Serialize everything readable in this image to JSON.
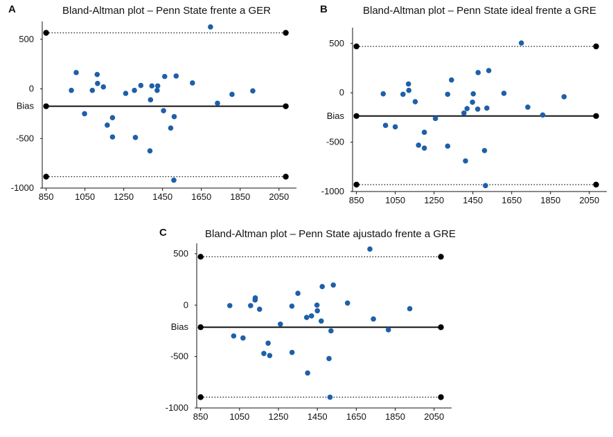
{
  "chart_data": [
    {
      "type": "scatter",
      "panel_label": "A",
      "title": "Bland-Altman plot – Penn State frente a GER",
      "xlabel": "",
      "ylabel": "",
      "xlim": [
        830,
        2140
      ],
      "ylim": [
        -1000,
        680
      ],
      "x_ticks": [
        850,
        1050,
        1250,
        1450,
        1650,
        1850,
        2050
      ],
      "y_ticks": [
        500,
        0,
        -500,
        -1000
      ],
      "bias_label": "Bias",
      "bias": -175,
      "loa_upper": 565,
      "loa_lower": -885,
      "line_x_range": [
        850,
        2085
      ],
      "points": [
        [
          980,
          -15
        ],
        [
          1005,
          165
        ],
        [
          1048,
          -250
        ],
        [
          1088,
          -15
        ],
        [
          1113,
          145
        ],
        [
          1115,
          55
        ],
        [
          1145,
          20
        ],
        [
          1165,
          -365
        ],
        [
          1192,
          -485
        ],
        [
          1192,
          -290
        ],
        [
          1260,
          -45
        ],
        [
          1305,
          -15
        ],
        [
          1310,
          -490
        ],
        [
          1338,
          35
        ],
        [
          1385,
          -625
        ],
        [
          1388,
          -110
        ],
        [
          1395,
          30
        ],
        [
          1422,
          -15
        ],
        [
          1425,
          30
        ],
        [
          1455,
          -220
        ],
        [
          1461,
          125
        ],
        [
          1492,
          -395
        ],
        [
          1508,
          -920
        ],
        [
          1510,
          -280
        ],
        [
          1520,
          130
        ],
        [
          1604,
          60
        ],
        [
          1697,
          625
        ],
        [
          1733,
          -145
        ],
        [
          1808,
          -55
        ],
        [
          1915,
          -20
        ]
      ]
    },
    {
      "type": "scatter",
      "panel_label": "B",
      "title": "Bland-Altman plot – Penn State ideal frente a GRE",
      "xlabel": "",
      "ylabel": "",
      "xlim": [
        830,
        2140
      ],
      "ylim": [
        -1000,
        660
      ],
      "x_ticks": [
        850,
        1050,
        1250,
        1450,
        1650,
        1850,
        2050
      ],
      "y_ticks": [
        500,
        0,
        -500,
        -1000
      ],
      "bias_label": "Bias",
      "bias": -235,
      "loa_upper": 470,
      "loa_lower": -930,
      "line_x_range": [
        850,
        2085
      ],
      "points": [
        [
          988,
          -10
        ],
        [
          1000,
          -330
        ],
        [
          1050,
          -345
        ],
        [
          1090,
          -15
        ],
        [
          1118,
          90
        ],
        [
          1120,
          25
        ],
        [
          1153,
          -90
        ],
        [
          1170,
          -530
        ],
        [
          1200,
          -560
        ],
        [
          1200,
          -400
        ],
        [
          1257,
          -260
        ],
        [
          1320,
          -15
        ],
        [
          1320,
          -540
        ],
        [
          1340,
          130
        ],
        [
          1404,
          -205
        ],
        [
          1412,
          -690
        ],
        [
          1420,
          -160
        ],
        [
          1448,
          -95
        ],
        [
          1452,
          -10
        ],
        [
          1475,
          -165
        ],
        [
          1477,
          205
        ],
        [
          1510,
          -585
        ],
        [
          1515,
          -940
        ],
        [
          1522,
          -155
        ],
        [
          1532,
          225
        ],
        [
          1610,
          -5
        ],
        [
          1700,
          505
        ],
        [
          1733,
          -145
        ],
        [
          1810,
          -225
        ],
        [
          1920,
          -40
        ]
      ]
    },
    {
      "type": "scatter",
      "panel_label": "C",
      "title": "Bland-Altman plot – Penn State ajustado frente a GRE",
      "xlabel": "",
      "ylabel": "",
      "xlim": [
        830,
        2140
      ],
      "ylim": [
        -1000,
        600
      ],
      "x_ticks": [
        850,
        1050,
        1250,
        1450,
        1650,
        1850,
        2050
      ],
      "y_ticks": [
        500,
        0,
        -500,
        -1000
      ],
      "bias_label": "Bias",
      "bias": -215,
      "loa_upper": 470,
      "loa_lower": -895,
      "line_x_range": [
        850,
        2085
      ],
      "points": [
        [
          1000,
          -5
        ],
        [
          1020,
          -300
        ],
        [
          1068,
          -320
        ],
        [
          1107,
          -5
        ],
        [
          1130,
          50
        ],
        [
          1131,
          70
        ],
        [
          1153,
          -40
        ],
        [
          1175,
          -470
        ],
        [
          1197,
          -370
        ],
        [
          1205,
          -490
        ],
        [
          1260,
          -185
        ],
        [
          1319,
          -10
        ],
        [
          1320,
          -460
        ],
        [
          1350,
          115
        ],
        [
          1395,
          -120
        ],
        [
          1400,
          -660
        ],
        [
          1420,
          -105
        ],
        [
          1448,
          0
        ],
        [
          1450,
          -55
        ],
        [
          1470,
          -155
        ],
        [
          1475,
          180
        ],
        [
          1510,
          -520
        ],
        [
          1515,
          -895
        ],
        [
          1520,
          -250
        ],
        [
          1532,
          195
        ],
        [
          1605,
          20
        ],
        [
          1720,
          545
        ],
        [
          1738,
          -135
        ],
        [
          1815,
          -240
        ],
        [
          1925,
          -35
        ]
      ]
    }
  ]
}
